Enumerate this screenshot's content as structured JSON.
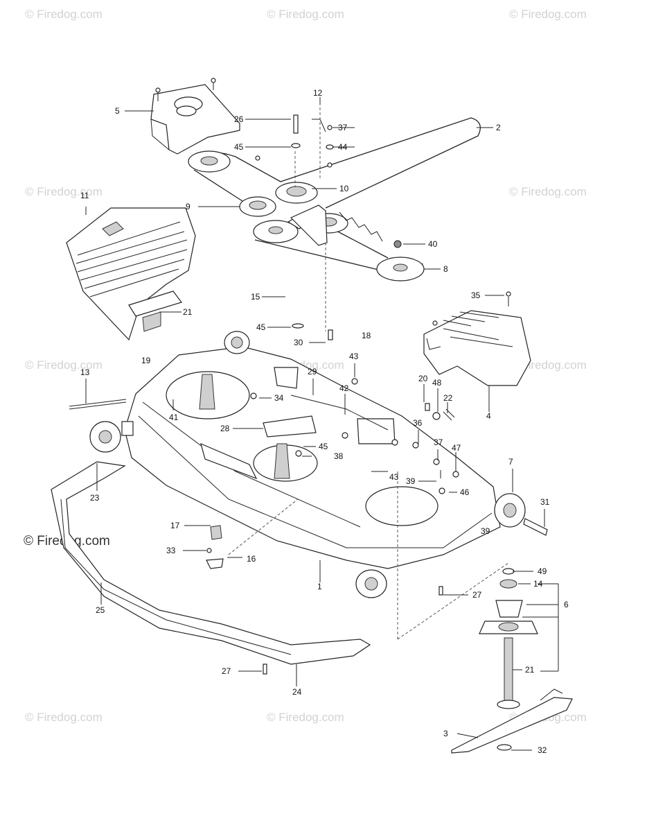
{
  "watermarks": [
    "© Firedog.com",
    "© Firedog.com",
    "© Firedog.com",
    "© Firedog.com",
    "© Firedog.com",
    "© Firedog.com",
    "© Firedog.com",
    "© Firedog.com",
    "© Firedog.com",
    "© Firedog.com",
    "© Firedog.com",
    "© Firedog.com"
  ],
  "labels": {
    "l1": "1",
    "l2": "2",
    "l3": "3",
    "l4": "4",
    "l5": "5",
    "l6": "6",
    "l7": "7",
    "l8": "8",
    "l9": "9",
    "l10": "10",
    "l11": "11",
    "l12": "12",
    "l13": "13",
    "l14": "14",
    "l15": "15",
    "l16": "16",
    "l17": "17",
    "l18": "18",
    "l19": "19",
    "l20": "20",
    "l21a": "21",
    "l21b": "21",
    "l22": "22",
    "l23": "23",
    "l24": "24",
    "l25": "25",
    "l26": "26",
    "l27a": "27",
    "l27b": "27",
    "l28": "28",
    "l29": "29",
    "l30": "30",
    "l31": "31",
    "l32": "32",
    "l33": "33",
    "l34": "34",
    "l35": "35",
    "l36": "36",
    "l37a": "37",
    "l37b": "37",
    "l38": "38",
    "l39a": "39",
    "l39b": "39",
    "l40": "40",
    "l41": "41",
    "l42": "42",
    "l43a": "43",
    "l43b": "43",
    "l44": "44",
    "l45a": "45",
    "l45b": "45",
    "l45c": "45",
    "l46": "46",
    "l47": "47",
    "l48": "48",
    "l49": "49"
  }
}
